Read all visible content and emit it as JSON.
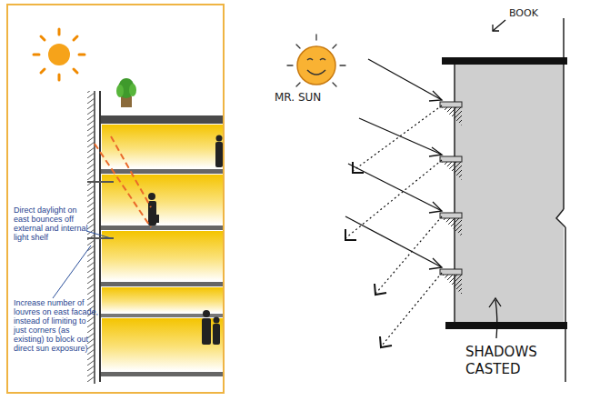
{
  "diagram": {
    "labels": [
      "Direct daylight on east bounces off external and internal light shelf",
      "Increase number of louvres on east facade, instead of limiting to just corners (as existing) to block out direct sun exposure)",
      "MR. SUN",
      "BOOK",
      "SHADOWS CASTED"
    ]
  }
}
